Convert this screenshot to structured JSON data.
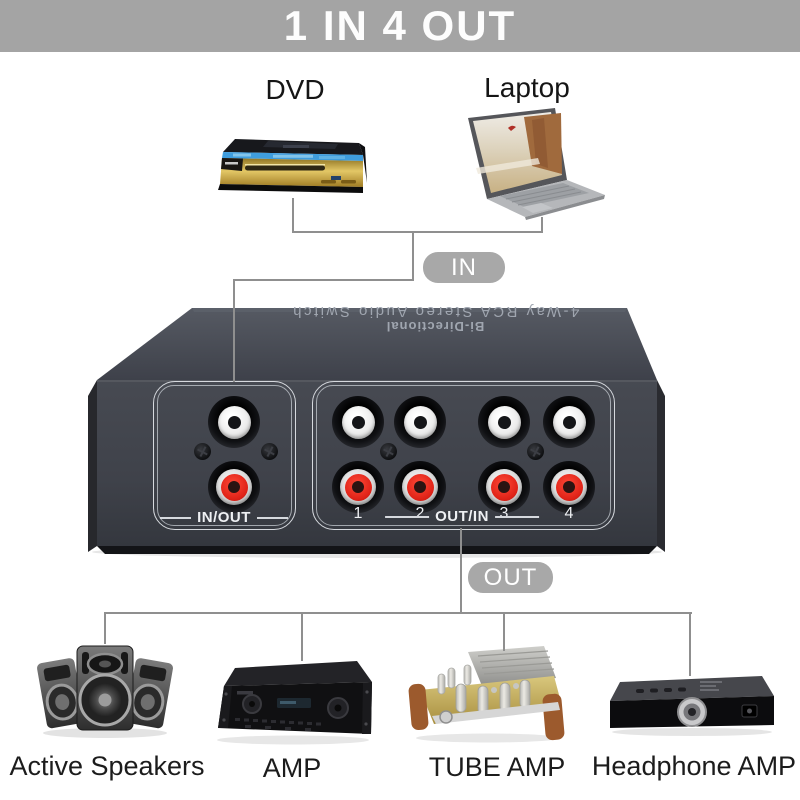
{
  "banner": {
    "title": "1 IN 4 OUT"
  },
  "input_group": {
    "badge_label": "IN",
    "devices": [
      {
        "label": "DVD"
      },
      {
        "label": "Laptop"
      }
    ]
  },
  "switch_device": {
    "top_text_line1": "Bi-Directional",
    "top_text_line2": "4-Way RCA Stereo Audio Switch",
    "io_section_label": "IN/OUT",
    "outin_section_label": "OUT/IN",
    "port_numbers": [
      "1",
      "2",
      "3",
      "4"
    ]
  },
  "output_group": {
    "badge_label": "OUT",
    "devices": [
      {
        "label": "Active Speakers"
      },
      {
        "label": "AMP"
      },
      {
        "label": "TUBE AMP"
      },
      {
        "label": "Headphone AMP"
      }
    ]
  },
  "colors": {
    "banner_bg": "#a4a4a4",
    "badge_bg": "#a8a8a8",
    "line": "#8f8f8f",
    "device_body": "#3f424a",
    "rca_red": "#e02318",
    "rca_white": "#ececec"
  }
}
